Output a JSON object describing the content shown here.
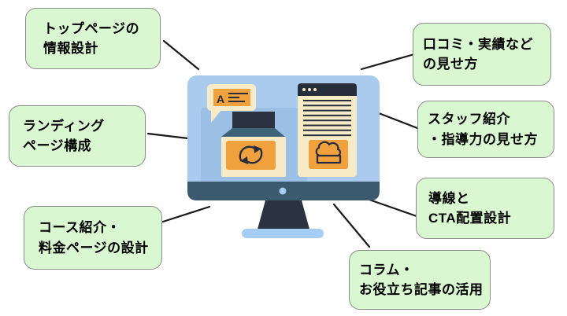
{
  "figure": {
    "type": "diagram",
    "description": "Website-structure mind map around a computer monitor illustration",
    "center_illustration": "computer-monitor-with-documents",
    "callouts": [
      {
        "id": "top-page-info",
        "position": "top-left",
        "line1": "トップページの",
        "line2": "情報設計"
      },
      {
        "id": "reviews-results",
        "position": "top-right",
        "line1": "口コミ・実績など",
        "line2": "の見せ方"
      },
      {
        "id": "landing-page",
        "position": "middle-left",
        "line1": "ランディング",
        "line2": "ページ構成"
      },
      {
        "id": "staff-intro",
        "position": "middle-right",
        "line1": "スタッフ紹介",
        "line2": "・指導力の見せ方"
      },
      {
        "id": "course-pricing",
        "position": "bottom-left",
        "line1": "コース紹介・",
        "line2": "料金ページの設計"
      },
      {
        "id": "cta-layout",
        "position": "lower-right",
        "line1": "導線と",
        "line2": "CTA配置設計"
      },
      {
        "id": "column-articles",
        "position": "bottom-center-right",
        "line1": "コラム・",
        "line2": "お役立ち記事の活用"
      }
    ],
    "illustration_icons": [
      "text-snippet-icon",
      "sync-arrows-icon",
      "cloud-upload-icon",
      "browser-window-dots-icon",
      "webcam-dot"
    ],
    "colors": {
      "callout_fill": "#d9f7d0",
      "callout_border": "#8c8c8c",
      "screen_blue": "#abcbee",
      "panel_blue": "#9cbfe5",
      "bezel_dark_teal": "#3c5a6d",
      "stand_dark": "#2b3240",
      "base_blue": "#a6cdf3",
      "paper_cream": "#f7eac7",
      "accent_orange": "#f0a03c",
      "icon_dark": "#272d3a",
      "bottle_teal": "#3e6478",
      "line_black": "#1a1a1a"
    }
  }
}
